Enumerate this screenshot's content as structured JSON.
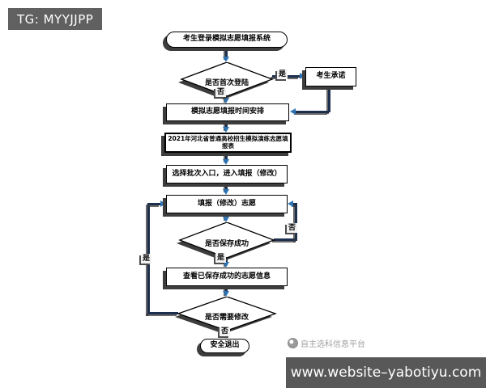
{
  "badge": {
    "text": "TG: MYYJJPP"
  },
  "flowchart": {
    "nodes": {
      "start": "考生登录模拟志愿填报系统",
      "first_login": "是否首次登陆",
      "promise": "考生承诺",
      "schedule": "模拟志愿填报时间安排",
      "form": "2021年河北省普通高校招生模拟演练志愿填报表",
      "entrance": "选择批次入口，进入填报（修改）",
      "fill": "填报（修改）志愿",
      "save_check": "是否保存成功",
      "view": "查看已保存成功的志愿信息",
      "modify_check": "是否需要修改",
      "exit": "安全退出"
    },
    "labels": {
      "first_login_yes": "是",
      "first_login_no": "否",
      "save_no": "否",
      "save_yes": "是",
      "modify_yes": "是",
      "modify_no": "否"
    }
  },
  "watermark": {
    "text": "自主选科信息平台"
  },
  "footer": {
    "url": "www.website–yabotiyu.com"
  }
}
